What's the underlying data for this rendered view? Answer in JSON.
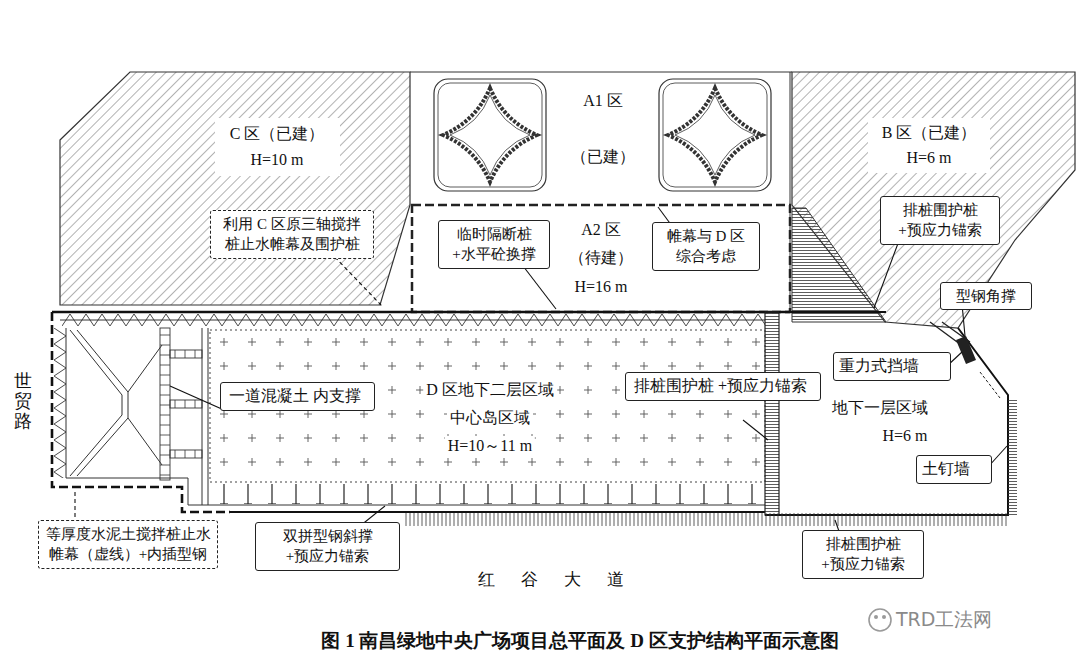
{
  "diagram": {
    "caption": "图 1 南昌绿地中央广场项目总平面及 D 区支护结构平面示意图",
    "nodes": [
      {
        "text": [
          "C 区（已建）",
          "H=10 m"
        ]
      },
      {
        "text": [
          "A1 区",
          "（已建）"
        ]
      },
      {
        "text": [
          "B 区（已建）",
          "H=6 m"
        ]
      },
      {
        "text": [
          "利用 C 区原三轴搅拌 桩止水帷幕及围护桩"
        ]
      },
      {
        "text": [
          "临时隔断桩 +水平砼换撑"
        ]
      },
      {
        "text": [
          "A2 区",
          "（待建）",
          "H=16 m"
        ]
      },
      {
        "text": [
          "帷幕与 D 区 综合考虑"
        ]
      },
      {
        "text": [
          "排桩围护桩 +预应力锚索"
        ]
      },
      {
        "text": [
          "型钢角撑"
        ]
      },
      {
        "text": [
          "D 区地下二层区域",
          "中心岛区域",
          "H=10～11 m"
        ]
      },
      {
        "text": [
          "一道混凝土 内支撑"
        ],
        "in": 9
      },
      {
        "text": [
          "排桩围护桩 +预应力锚索"
        ],
        "in": 9
      },
      {
        "text": [
          "地下一层区域",
          "H=6 m"
        ]
      },
      {
        "text": [
          "重力式挡墙"
        ],
        "in": 12
      },
      {
        "text": [
          "土钉墙"
        ],
        "in": 12
      },
      {
        "text": [
          "等厚度水泥土搅拌桩止水 帷幕（虚线）+内插型钢"
        ]
      },
      {
        "text": [
          "双拼型钢斜撑 +预应力锚索"
        ]
      },
      {
        "text": [
          "排桩围护桩 +预应力锚索"
        ]
      }
    ],
    "labels": [
      "世贸路",
      "红谷大道",
      "TRD工法网"
    ]
  }
}
